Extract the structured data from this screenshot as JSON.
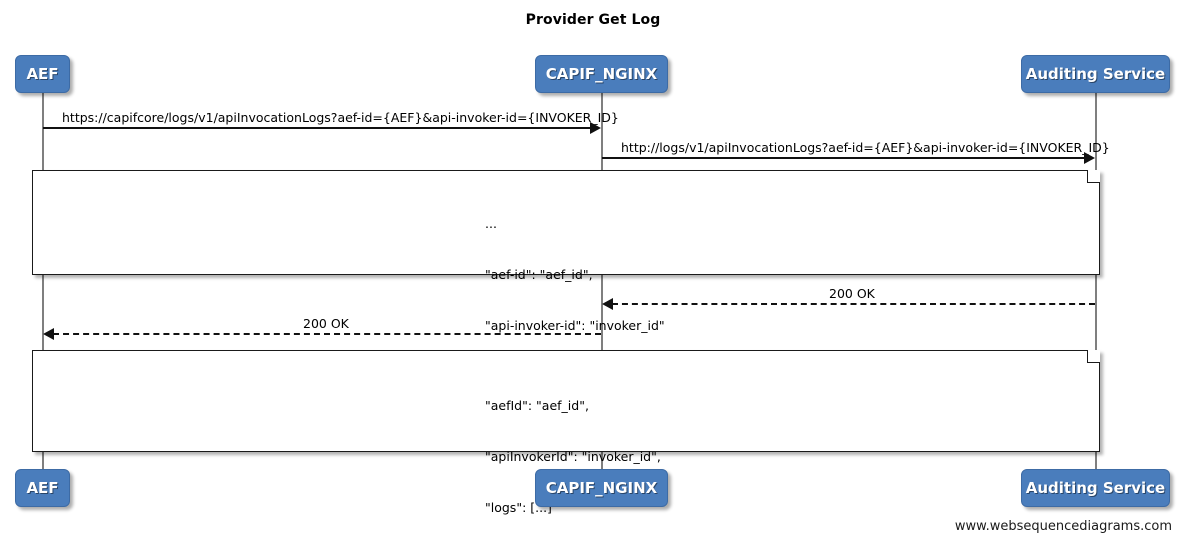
{
  "diagram": {
    "title": "Provider Get Log",
    "footer": "www.websequencediagrams.com",
    "accent_color": "#4a7dbc",
    "line_color": "#111111"
  },
  "participants": [
    {
      "id": "aef",
      "label": "AEF"
    },
    {
      "id": "capif_nginx",
      "label": "CAPIF_NGINX"
    },
    {
      "id": "auditing_service",
      "label": "Auditing Service"
    }
  ],
  "messages": [
    {
      "id": "msg-1",
      "from": "AEF",
      "to": "CAPIF_NGINX",
      "label": "https://capifcore/logs/v1/apiInvocationLogs?aef-id={AEF}&api-invoker-id={INVOKER_ID}",
      "style": "solid",
      "direction": "right"
    },
    {
      "id": "msg-2",
      "from": "CAPIF_NGINX",
      "to": "Auditing Service",
      "label": "http://logs/v1/apiInvocationLogs?aef-id={AEF}&api-invoker-id={INVOKER_ID}",
      "style": "solid",
      "direction": "right"
    },
    {
      "id": "msg-3",
      "from": "Auditing Service",
      "to": "CAPIF_NGINX",
      "label": "200 OK",
      "style": "dashed",
      "direction": "left"
    },
    {
      "id": "msg-4",
      "from": "CAPIF_NGINX",
      "to": "AEF",
      "label": "200 OK",
      "style": "dashed",
      "direction": "left"
    }
  ],
  "notes": [
    {
      "id": "note-1",
      "lines": [
        "...",
        "\"aef-id\": \"aef_id\",",
        "\"api-invoker-id\": \"invoker_id\"",
        "..."
      ]
    },
    {
      "id": "note-2",
      "lines": [
        "\"aefId\": \"aef_id\",",
        "\"apiInvokerId\": \"invoker_id\",",
        "\"logs\": [...]"
      ]
    }
  ]
}
